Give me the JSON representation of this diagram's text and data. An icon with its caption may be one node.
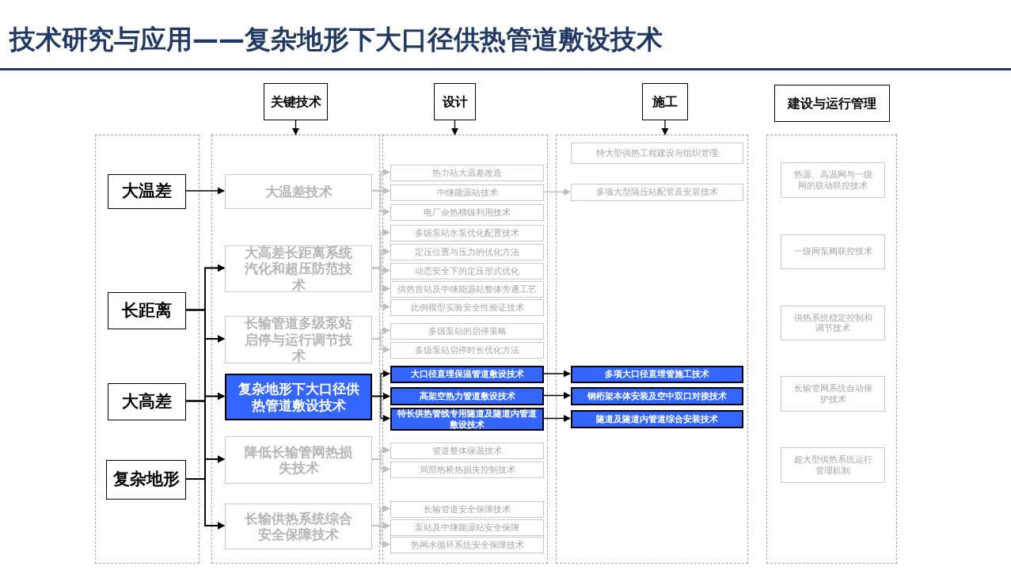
{
  "diagram": {
    "title": "技术研究与应用——复杂地形下大口径供热管道敷设技术",
    "nodes": [
      {
        "text": [],
        "shape": "box"
      },
      {
        "text": [
          "大温差"
        ],
        "in": 0
      },
      {
        "text": [
          "长距离"
        ],
        "in": 0
      },
      {
        "text": [
          "大高差"
        ],
        "in": 0
      },
      {
        "text": [
          "复杂地形"
        ],
        "in": 0
      },
      {
        "text": [
          "关键技术"
        ]
      },
      {
        "text": [],
        "shape": "box"
      },
      {
        "text": [
          "大温差技术"
        ],
        "in": 6
      },
      {
        "text": [
          "大高差长距离系统汽化和超压防范技术"
        ],
        "in": 6
      },
      {
        "text": [
          "长输管道多级泵站启停与运行调节技术"
        ],
        "in": 6
      },
      {
        "text": [
          "复杂地形下大口径供热管道敷设技术"
        ],
        "in": 6
      },
      {
        "text": [
          "降低长输管网热损失技术"
        ],
        "in": 6
      },
      {
        "text": [
          "长输供热系统综合安全保障技术"
        ],
        "in": 6
      },
      {
        "text": [
          "设计"
        ]
      },
      {
        "text": [],
        "shape": "box"
      },
      {
        "text": [
          "热力站大温差改造"
        ],
        "in": 14
      },
      {
        "text": [
          "中继能源站技术"
        ],
        "in": 14
      },
      {
        "text": [
          "电厂余热梯级利用技术"
        ],
        "in": 14
      },
      {
        "text": [
          "多级泵站水泵优化配置技术"
        ],
        "in": 14
      },
      {
        "text": [
          "定压位置与压力的优化方法"
        ],
        "in": 14
      },
      {
        "text": [
          "动态安全下的定压形式优化"
        ],
        "in": 14
      },
      {
        "text": [
          "供热首站及中继能源站整体旁通工艺"
        ],
        "in": 14
      },
      {
        "text": [
          "比例模型实验安全性验证技术"
        ],
        "in": 14
      },
      {
        "text": [
          "多级泵站的启停策略"
        ],
        "in": 14
      },
      {
        "text": [
          "多级泵站启停时长优化方法"
        ],
        "in": 14
      },
      {
        "text": [
          "大口径直埋保温管道敷设技术"
        ],
        "in": 14
      },
      {
        "text": [
          "高架空热力管道敷设技术"
        ],
        "in": 14
      },
      {
        "text": [
          "特长供热管线专用隧道及隧道内管道敷设技术"
        ],
        "in": 14
      },
      {
        "text": [
          "管道整体保温技术"
        ],
        "in": 14
      },
      {
        "text": [
          "局部热桥热损失控制技术"
        ],
        "in": 14
      },
      {
        "text": [
          "长输管道安全保障技术"
        ],
        "in": 14
      },
      {
        "text": [
          "泵站及中继能源站安全保障"
        ],
        "in": 14
      },
      {
        "text": [
          "热网水循环系统安全保障技术"
        ],
        "in": 14
      },
      {
        "text": [
          "施工"
        ]
      },
      {
        "text": [],
        "shape": "box"
      },
      {
        "text": [
          "特大型供热工程建设与组织管理"
        ],
        "in": 34
      },
      {
        "text": [
          "多项大型隔压站配管及安装技术"
        ],
        "in": 34
      },
      {
        "text": [
          "多项大口径直埋管施工技术"
        ],
        "in": 34
      },
      {
        "text": [
          "钢桁架本体安装及空中双口对接技术"
        ],
        "in": 34
      },
      {
        "text": [
          "隧道及隧道内管道综合安装技术"
        ],
        "in": 34
      },
      {
        "text": [
          "建设与运行管理"
        ]
      },
      {
        "text": [],
        "shape": "box"
      },
      {
        "text": [
          "热源、高温网与一级网的联动联控技术"
        ],
        "in": 41
      },
      {
        "text": [
          "一级网泵阀联控技术"
        ],
        "in": 41
      },
      {
        "text": [
          "供热系统稳定控制和调节技术"
        ],
        "in": 41
      },
      {
        "text": [
          "长输管网系统自动保护技术"
        ],
        "in": 41
      },
      {
        "text": [
          "超大型供热系统运行管理机制"
        ],
        "in": 41
      }
    ],
    "edges": [
      {
        "from": 5,
        "to": 6,
        "arrow": "to"
      },
      {
        "from": 13,
        "to": 14,
        "arrow": "to"
      },
      {
        "from": 33,
        "to": 34,
        "arrow": "to"
      },
      {
        "from": 1,
        "to": 7,
        "arrow": "to"
      },
      {
        "from": 2,
        "to": 8,
        "arrow": "to"
      },
      {
        "from": 2,
        "to": 9,
        "arrow": "to"
      },
      {
        "from": 2,
        "to": 10,
        "arrow": "to"
      },
      {
        "from": 2,
        "to": 11,
        "arrow": "to"
      },
      {
        "from": 2,
        "to": 12,
        "arrow": "to"
      },
      {
        "from": 3,
        "to": 8,
        "arrow": "to"
      },
      {
        "from": 3,
        "to": 9,
        "arrow": "to"
      },
      {
        "from": 3,
        "to": 10,
        "arrow": "to"
      },
      {
        "from": 3,
        "to": 11,
        "arrow": "to"
      },
      {
        "from": 3,
        "to": 12,
        "arrow": "to"
      },
      {
        "from": 4,
        "to": 8,
        "arrow": "to"
      },
      {
        "from": 4,
        "to": 9,
        "arrow": "to"
      },
      {
        "from": 4,
        "to": 10,
        "arrow": "to"
      },
      {
        "from": 4,
        "to": 11,
        "arrow": "to"
      },
      {
        "from": 4,
        "to": 12,
        "arrow": "to"
      },
      {
        "from": 7,
        "to": 15,
        "arrow": "to",
        "color": "#bfbfbf"
      },
      {
        "from": 7,
        "to": 16,
        "arrow": "to",
        "color": "#bfbfbf"
      },
      {
        "from": 7,
        "to": 17,
        "arrow": "to",
        "color": "#bfbfbf"
      },
      {
        "from": 8,
        "to": 18,
        "arrow": "to",
        "color": "#bfbfbf"
      },
      {
        "from": 8,
        "to": 19,
        "arrow": "to",
        "color": "#bfbfbf"
      },
      {
        "from": 8,
        "to": 20,
        "arrow": "to",
        "color": "#bfbfbf"
      },
      {
        "from": 8,
        "to": 21,
        "arrow": "to",
        "color": "#bfbfbf"
      },
      {
        "from": 8,
        "to": 22,
        "arrow": "to",
        "color": "#bfbfbf"
      },
      {
        "from": 9,
        "to": 23,
        "arrow": "to",
        "color": "#bfbfbf"
      },
      {
        "from": 9,
        "to": 24,
        "arrow": "to",
        "color": "#bfbfbf"
      },
      {
        "from": 10,
        "to": 25,
        "arrow": "to"
      },
      {
        "from": 10,
        "to": 26,
        "arrow": "to"
      },
      {
        "from": 10,
        "to": 27,
        "arrow": "to"
      },
      {
        "from": 11,
        "to": 28,
        "arrow": "to",
        "color": "#bfbfbf"
      },
      {
        "from": 11,
        "to": 29,
        "arrow": "to",
        "color": "#bfbfbf"
      },
      {
        "from": 12,
        "to": 30,
        "arrow": "to",
        "color": "#bfbfbf"
      },
      {
        "from": 12,
        "to": 31,
        "arrow": "to",
        "color": "#bfbfbf"
      },
      {
        "from": 12,
        "to": 32,
        "arrow": "to",
        "color": "#bfbfbf"
      },
      {
        "from": 16,
        "to": 36,
        "arrow": "to",
        "color": "#bfbfbf"
      },
      {
        "from": 25,
        "to": 37,
        "arrow": "to"
      },
      {
        "from": 26,
        "to": 38,
        "arrow": "to"
      },
      {
        "from": 27,
        "to": 39,
        "arrow": "to"
      }
    ]
  }
}
